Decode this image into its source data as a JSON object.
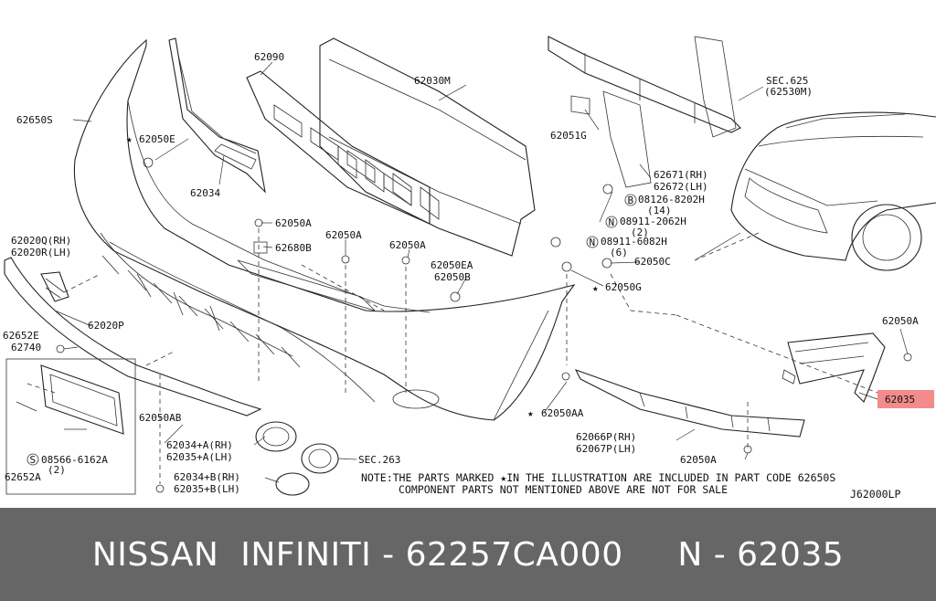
{
  "labels": {
    "l62650S": "62650S",
    "l62050E": "62050E",
    "l62034": "62034",
    "l62090": "62090",
    "l62030M": "62030M",
    "l62051G": "62051G",
    "lsec625": "SEC.625",
    "lsec625b": "(62530M)",
    "l62671": "62671(RH)",
    "l62672": "62672(LH)",
    "l08126": "08126-8202H",
    "l08126q": "(14)",
    "l08911a": "08911-2062H",
    "l08911aq": "(2)",
    "l08911b": "08911-6082H",
    "l08911bq": "(6)",
    "l62050C": "62050C",
    "l62050G": "62050G",
    "l62050A_1": "62050A",
    "l62680B": "62680B",
    "l62050A_2": "62050A",
    "l62050A_3": "62050A",
    "l62050EA": "62050EA",
    "l62050B": "62050B",
    "l62020Q": "62020Q(RH)",
    "l62020R": "62020R(LH)",
    "l62020P": "62020P",
    "l62652E": "62652E",
    "l62740": "62740",
    "l08566": "08566-6162A",
    "l08566q": "(2)",
    "l62652A": "62652A",
    "l62050AB": "62050AB",
    "l62034A": "62034+A(RH)",
    "l62035A": "62035+A(LH)",
    "lsec263": "SEC.263",
    "l62034B": "62034+B(RH)",
    "l62035B": "62035+B(LH)",
    "l62050AA": "62050AA",
    "l62066P": "62066P(RH)",
    "l62067P": "62067P(LH)",
    "l62050A_4": "62050A",
    "l62050A_5": "62050A",
    "l62035": "62035"
  },
  "note_line1": "NOTE:THE PARTS MARKED ★IN THE ILLUSTRATION ARE INCLUDED IN PART CODE 62650S",
  "note_line2": "COMPONENT PARTS NOT MENTIONED ABOVE ARE NOT FOR SALE",
  "diagram_code": "J62000LP",
  "footer_text": "NISSAN  INFINITI - 62257CA000     N - 62035",
  "colors": {
    "highlight": "#f28b8b",
    "footer_bg": "#666666",
    "footer_text": "#ffffff"
  }
}
